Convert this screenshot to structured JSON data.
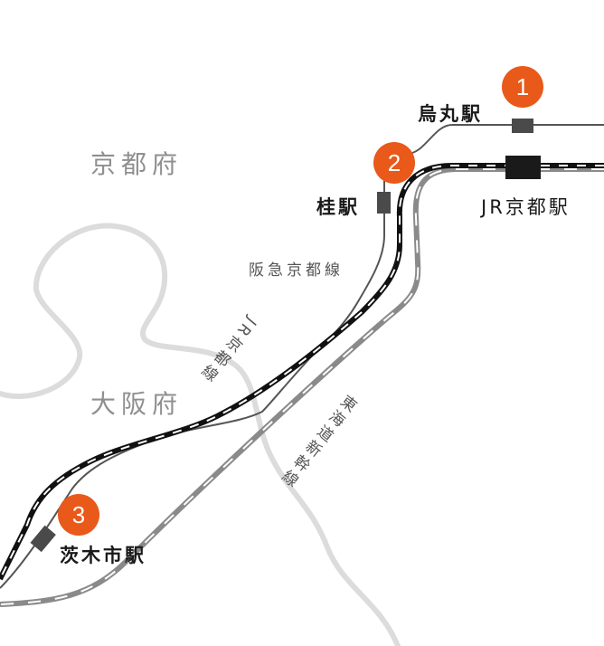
{
  "prefectures": {
    "kyoto": "京都府",
    "osaka": "大阪府"
  },
  "lines": {
    "hankyu": "阪急京都線",
    "jr": "JR京都線",
    "shinkansen": "東海道新幹線"
  },
  "stations": [
    {
      "number": "1",
      "name": "烏丸駅"
    },
    {
      "number": "2",
      "name": "桂駅"
    },
    {
      "number": "3",
      "name": "茨木市駅"
    },
    {
      "name": "JR京都駅"
    }
  ],
  "colors": {
    "badge": "#e8591a",
    "boundary": "#dddddd",
    "shinkansen": "#888888",
    "hankyu": "#555555",
    "jr": "#111111"
  }
}
